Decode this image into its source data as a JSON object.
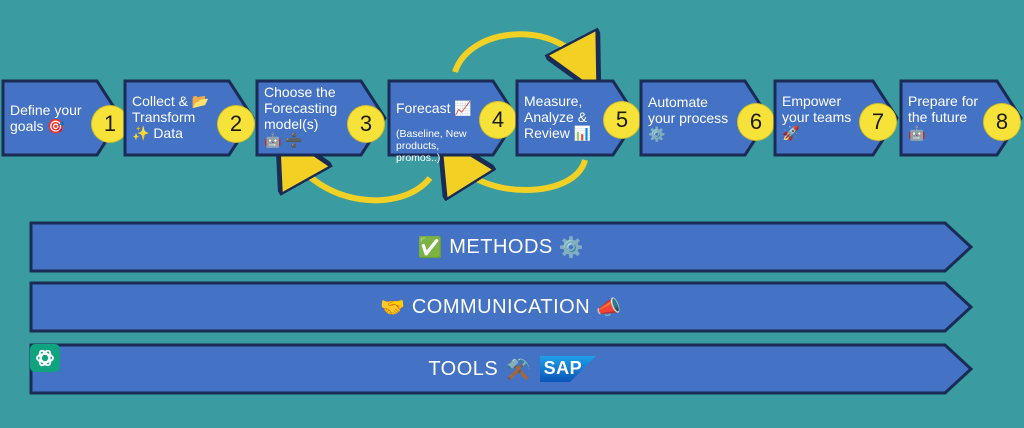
{
  "colors": {
    "background": "#3a9ba0",
    "box_fill": "#4472c4",
    "box_stroke": "#1a2c55",
    "badge": "#f7e23a",
    "arrow": "#f2d024"
  },
  "steps": [
    {
      "number": "1",
      "text": "Define your\ngoals 🎯"
    },
    {
      "number": "2",
      "text": "Collect & 📂\nTransform\n✨ Data"
    },
    {
      "number": "3",
      "text": "Choose the\nForecasting\nmodel(s)\n🤖 ➗"
    },
    {
      "number": "4",
      "title": "Forecast 📈",
      "text": "(Baseline, New\nproducts,\npromos..)"
    },
    {
      "number": "5",
      "text": "Measure,\nAnalyze &\nReview 📊"
    },
    {
      "number": "6",
      "text": " Automate\nyour process\n⚙️"
    },
    {
      "number": "7",
      "text": "Empower\nyour teams\n🚀"
    },
    {
      "number": "8",
      "text": "Prepare for\nthe future\n🤖"
    }
  ],
  "bands": {
    "methods": {
      "prefix": "✅",
      "label": "METHODS",
      "suffix": "⚙️"
    },
    "communication": {
      "prefix": "🤝",
      "label": "COMMUNICATION",
      "suffix": "📣"
    },
    "tools": {
      "label": "TOOLS",
      "suffix": "⚒️",
      "sap_label": "SAP",
      "excel_icon": "excel-icon",
      "python_icon": "python-icon",
      "chatgpt_icon": "chatgpt-icon"
    }
  }
}
